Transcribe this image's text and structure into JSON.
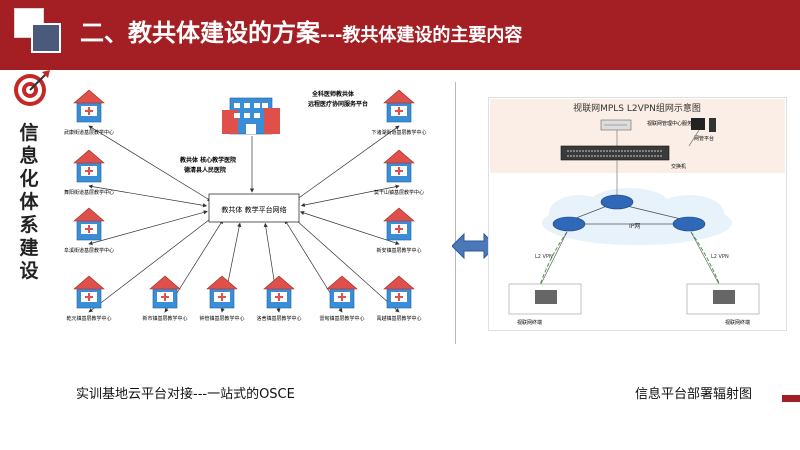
{
  "header": {
    "title_main": "二、教共体建设的方案",
    "title_sep": "---",
    "title_sub": "教共体建设的主要内容",
    "bg_color": "#a41f24"
  },
  "side": {
    "chars": [
      "信",
      "息",
      "化",
      "体",
      "系",
      "建",
      "设"
    ]
  },
  "network": {
    "center_label": "教共体  教学平台网络",
    "top_labels": [
      "全科医师教共体",
      "远程医疗协同服务平台"
    ],
    "core_labels": [
      "教共体  核心教学医院",
      "德清县人民医院"
    ],
    "nodes": [
      {
        "label": "武康街道基层教学中心"
      },
      {
        "label": "舞阳街道基层教学中心"
      },
      {
        "label": "阜溪街道基层教学中心"
      },
      {
        "label": "乾元镇基层教学中心"
      },
      {
        "label": "新市镇基层教学中心"
      },
      {
        "label": "钟管镇基层教学中心"
      },
      {
        "label": "洛舍镇基层教学中心"
      },
      {
        "label": "雷甸镇基层教学中心"
      },
      {
        "label": "禹越镇基层教学中心"
      },
      {
        "label": "新安镇基层教学中心"
      },
      {
        "label": "莫干山镇基层教学中心"
      },
      {
        "label": "下渚湖街道基层教学中心"
      }
    ]
  },
  "vpn": {
    "title": "视联网MPLS L2VPN组网示意图",
    "server_label": "视联网管理中心服务器",
    "terminal_label": "网管平台",
    "switch_label": "交换机",
    "cloud_label": "IP网",
    "link_label": "L2 VPN",
    "site_label": "视联网终端"
  },
  "captions": {
    "left": "实训基地云平台对接---一站式的OSCE",
    "right": "信息平台部署辐射图"
  }
}
